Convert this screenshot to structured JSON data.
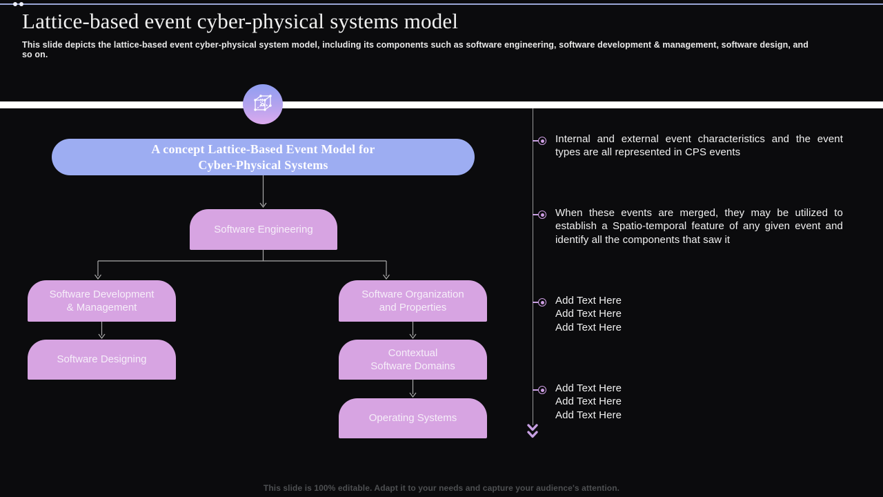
{
  "slide": {
    "title": "Lattice-based event cyber-physical systems model",
    "subtitle": "This slide depicts the lattice-based event cyber-physical system model, including its components such as software engineering, software development & management, software design, and so on.",
    "footer": "This slide is 100% editable. Adapt it to your needs and capture your audience's attention."
  },
  "icon": {
    "name": "cube-lattice-icon"
  },
  "diagram": {
    "root_label": "A concept Lattice-Based Event Model for\nCyber-Physical Systems",
    "nodes": [
      {
        "id": "software-engineering",
        "label": "Software Engineering"
      },
      {
        "id": "software-development-management",
        "label": "Software Development\n& Management"
      },
      {
        "id": "software-organization-properties",
        "label": "Software Organization\nand Properties"
      },
      {
        "id": "software-designing",
        "label": "Software Designing"
      },
      {
        "id": "contextual-software-domains",
        "label": "Contextual\nSoftware Domains"
      },
      {
        "id": "operating-systems",
        "label": "Operating Systems"
      }
    ],
    "edges": [
      "root -> software-engineering",
      "software-engineering -> software-development-management",
      "software-engineering -> software-organization-properties",
      "software-development-management -> software-designing",
      "software-organization-properties -> contextual-software-domains",
      "contextual-software-domains -> operating-systems"
    ]
  },
  "bullets": [
    {
      "text": "Internal and external event characteristics and the event types are all represented in CPS events"
    },
    {
      "text": "When these events are merged, they may be utilized to establish a Spatio-temporal feature of any given event and identify all the components that saw it"
    },
    {
      "text": "Add Text Here\nAdd Text Here\nAdd Text Here"
    },
    {
      "text": "Add Text Here\nAdd Text Here\nAdd Text Here"
    }
  ],
  "colors": {
    "background": "#0b0b0d",
    "root_box": "#9dadf2",
    "node_box": "#d7a4e2",
    "accent_lavender": "#cf9fe4",
    "divider_band": "#ffffff",
    "connector_gray": "#aaaaaa"
  }
}
